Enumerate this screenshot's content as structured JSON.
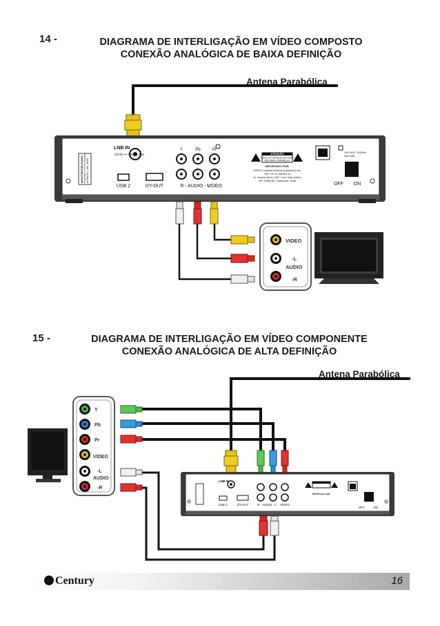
{
  "section14": {
    "number": "14 -",
    "title_line1": "DIAGRAMA DE INTERLIGAÇÃO EM VÍDEO COMPOSTO",
    "title_line2": "CONEXÃO ANALÓGICA DE BAIXA DEFINIÇÃO",
    "antenna_label": "Antena Parabólica"
  },
  "section15": {
    "number": "15 -",
    "title_line1": "DIAGRAMA DE INTERLIGAÇÃO EM VÍDEO COMPONENTE",
    "title_line2": "CONEXÃO ANALÓGICA DE ALTA DEFINIÇÃO",
    "antenna_label": "Antena Parabólica"
  },
  "receiver": {
    "lnb_in": "LNB IN",
    "lnb_spec": "13/18V ⎓ 400mA max",
    "port_y": "Y",
    "port_pb": "Pb",
    "port_pr": "Pr",
    "usb": "USB 2",
    "dyout": "DY-OUT",
    "audio_lr": "R - AUDIO - L",
    "video": "VIDEO",
    "off": "OFF",
    "on": "ON",
    "attention_title": "ATENÇÃO",
    "attention_text1": "RISCO DE CHOQUE ELÉTRICO",
    "attention_text2": "NÃO ABRA O APARELHO",
    "imported_title": "IMPORTADO POR:",
    "imported_text1": "ATERO & Indústria Eletrônica da Amazônia Ltda.",
    "imported_text2": "CNPJ: 05.721.185/0001-00",
    "imported_text3": "Av. Tancredo Neves, 1600 - Cond. Santo Antônio",
    "imported_text4": "CEP: 69056-905 - Manaus/AM - Brasil",
    "side_label1": "INDUSTRIA BRASILEIRA",
    "side_label2": "Produzido no Polo Industrial",
    "side_label3": "de Manaus - AM - Brasil",
    "power_spec1": "100-240V~ 50/60Hz",
    "power_spec2": "Max 18W"
  },
  "tv_panel_14": {
    "video": "VIDEO",
    "l": "-L",
    "audio": "AUDIO",
    "r": "-R"
  },
  "tv_panel_15": {
    "y": "Y",
    "pb": "Pb",
    "pr": "Pr",
    "video": "VIDEO",
    "l": "-L",
    "audio": "AUDIO",
    "r": "-R"
  },
  "footer": {
    "brand": "Century",
    "page_number": "16"
  },
  "colors": {
    "yellow": "#e8c21a",
    "red": "#d62a27",
    "white": "#ececec",
    "green": "#4fb848",
    "blue": "#2a8ad4",
    "cable": "#1a1a1a"
  }
}
